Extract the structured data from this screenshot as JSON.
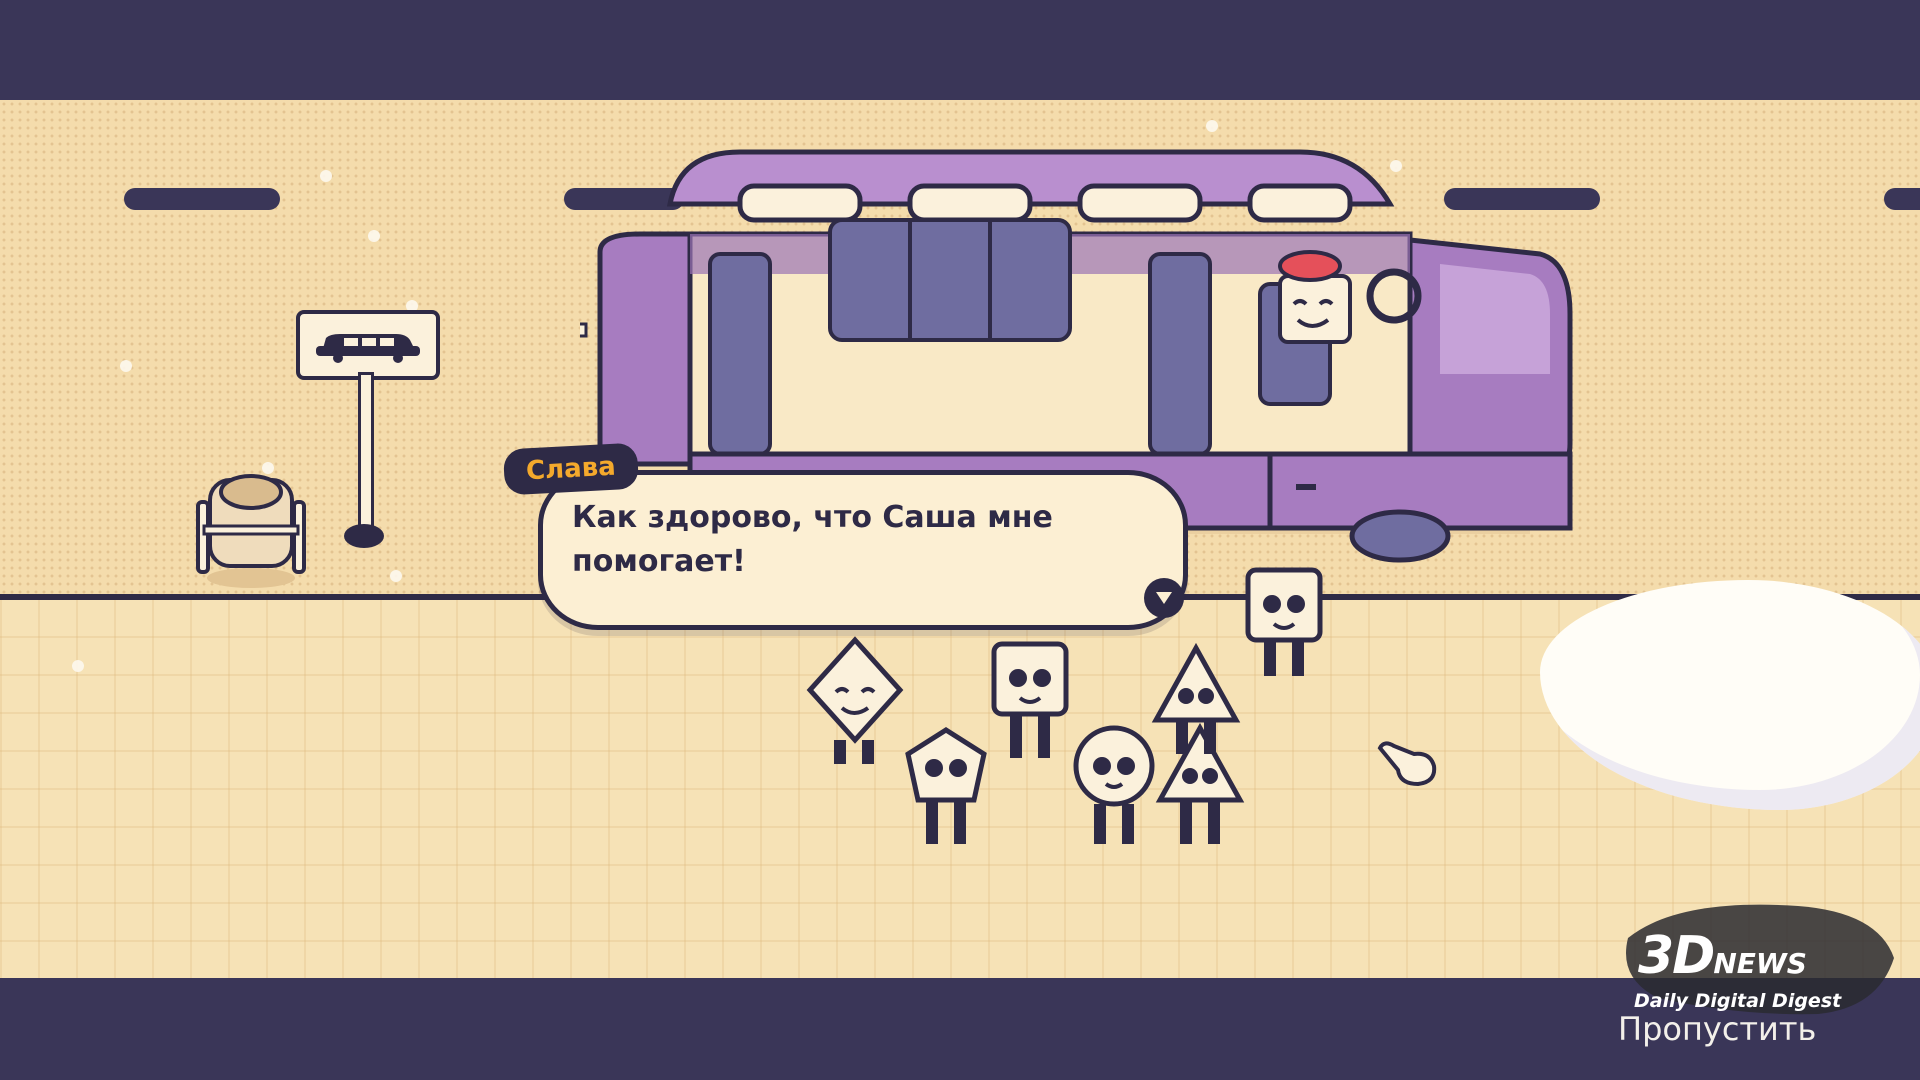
{
  "dialogue": {
    "speaker": "Слава",
    "text_line1": "Как здорово, что Саша мне",
    "text_line2": "помогает!"
  },
  "controls": {
    "skip_label": "Пропустить"
  },
  "watermark": {
    "logo": "3D",
    "logo_suffix": "NEWS",
    "tagline": "Daily Digital Digest"
  },
  "colors": {
    "ink": "#2e2a46",
    "letterbox": "#3a3658",
    "ground": "#f4dcac",
    "bus_purple": "#a77cc0",
    "speaker_accent": "#f4a92c"
  },
  "icons": {
    "bus_stop_sign": "limousine-icon",
    "advance": "down-triangle-icon",
    "pointer": "hand-pointer-icon"
  }
}
